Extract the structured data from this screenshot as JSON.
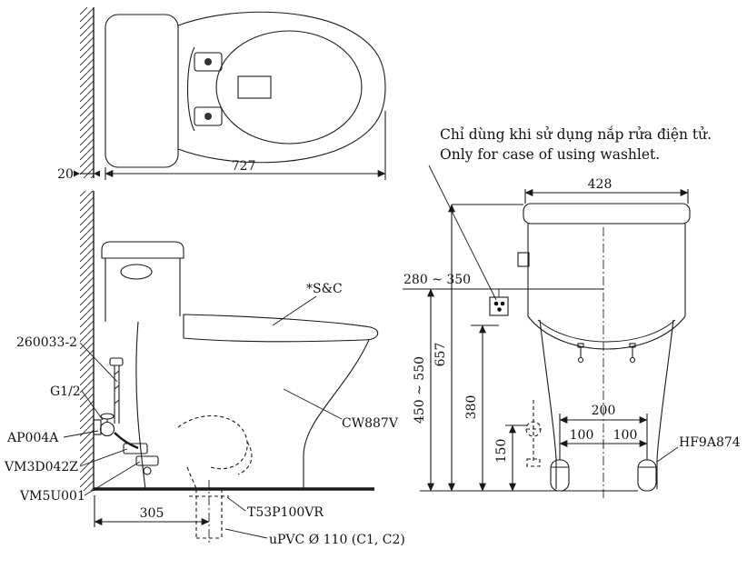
{
  "note": {
    "line1": "Chỉ dùng khi sử dụng nắp rửa điện tử.",
    "line2": "Only for case of using washlet."
  },
  "top_view": {
    "dim_depth": "727",
    "dim_wall_thickness": "20"
  },
  "side_view": {
    "dim_outlet_distance": "305",
    "labels": {
      "supply_pipe": "260033-2",
      "thread_size": "G1/2",
      "stop_valve": "AP004A",
      "hose": "VM3D042Z",
      "connector": "VM5U001",
      "seat_note": "*S&C",
      "model": "CW887V",
      "outlet_flange": "T53P100VR",
      "drain_pipe": "uPVC Ø 110 (C1, C2)"
    }
  },
  "front_view": {
    "dims": {
      "tank_width": "428",
      "supply_height_range": "280 ~ 350",
      "overall_height": "657",
      "washlet_supply_range": "450 ~ 550",
      "rim_height": "380",
      "valve_height": "150",
      "bolt_span": "200",
      "bolt_offset_left": "100",
      "bolt_offset_right": "100"
    },
    "labels": {
      "bolt_cap": "HF9A874"
    }
  }
}
